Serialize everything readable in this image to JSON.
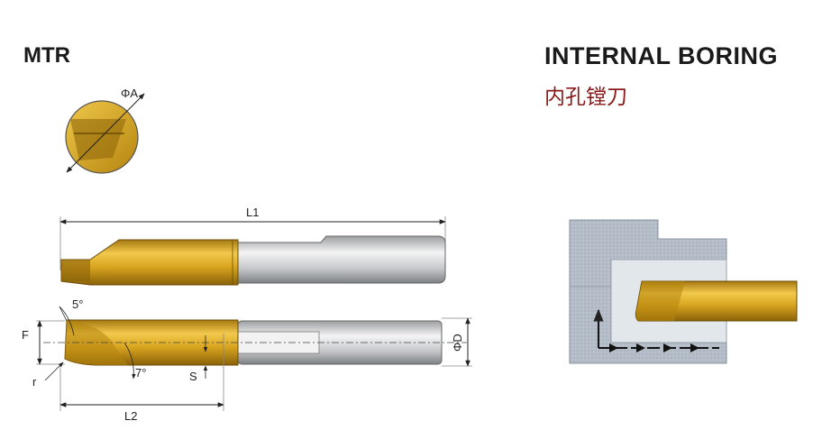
{
  "header": {
    "model_code": "MTR",
    "title_en": "INTERNAL BORING",
    "title_cn": "内孔镗刀"
  },
  "dimensions": {
    "phi_a": "ΦA",
    "l1": "L1",
    "l2": "L2",
    "f": "F",
    "s": "S",
    "r": "r",
    "phi_d": "ΦD",
    "angle_top": "5°",
    "angle_bottom": "7°"
  },
  "colors": {
    "gold": "#d9a520",
    "gold_light": "#f0c84a",
    "steel": "#c8c9cb",
    "steel_light": "#eeeeef",
    "workpiece": "#aeb8c2",
    "accent_red": "#8b1a1a"
  }
}
